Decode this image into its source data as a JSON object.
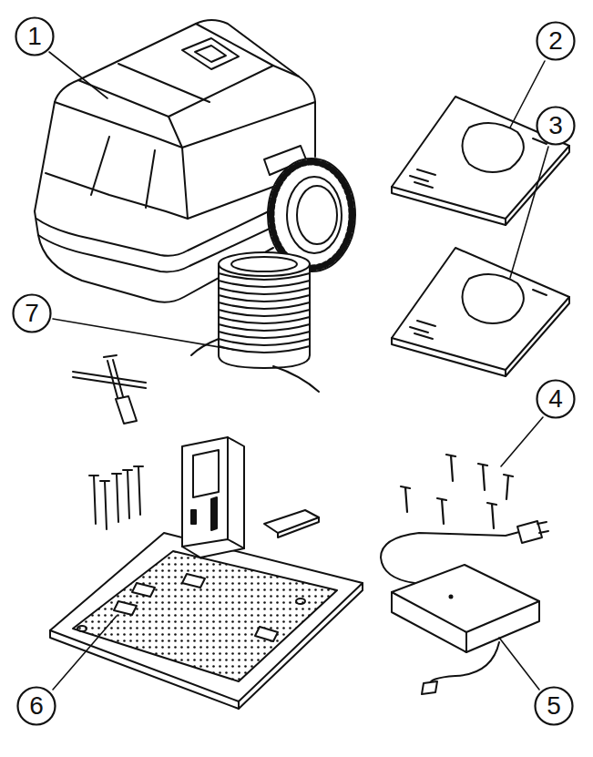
{
  "diagram": {
    "nodes": [
      {
        "text": [
          "1"
        ]
      },
      {
        "text": [
          "2"
        ]
      },
      {
        "text": [
          "3"
        ]
      },
      {
        "text": [
          "7"
        ]
      },
      {
        "text": [
          "4"
        ]
      },
      {
        "text": [
          "6"
        ]
      },
      {
        "text": [
          "5"
        ]
      }
    ]
  }
}
